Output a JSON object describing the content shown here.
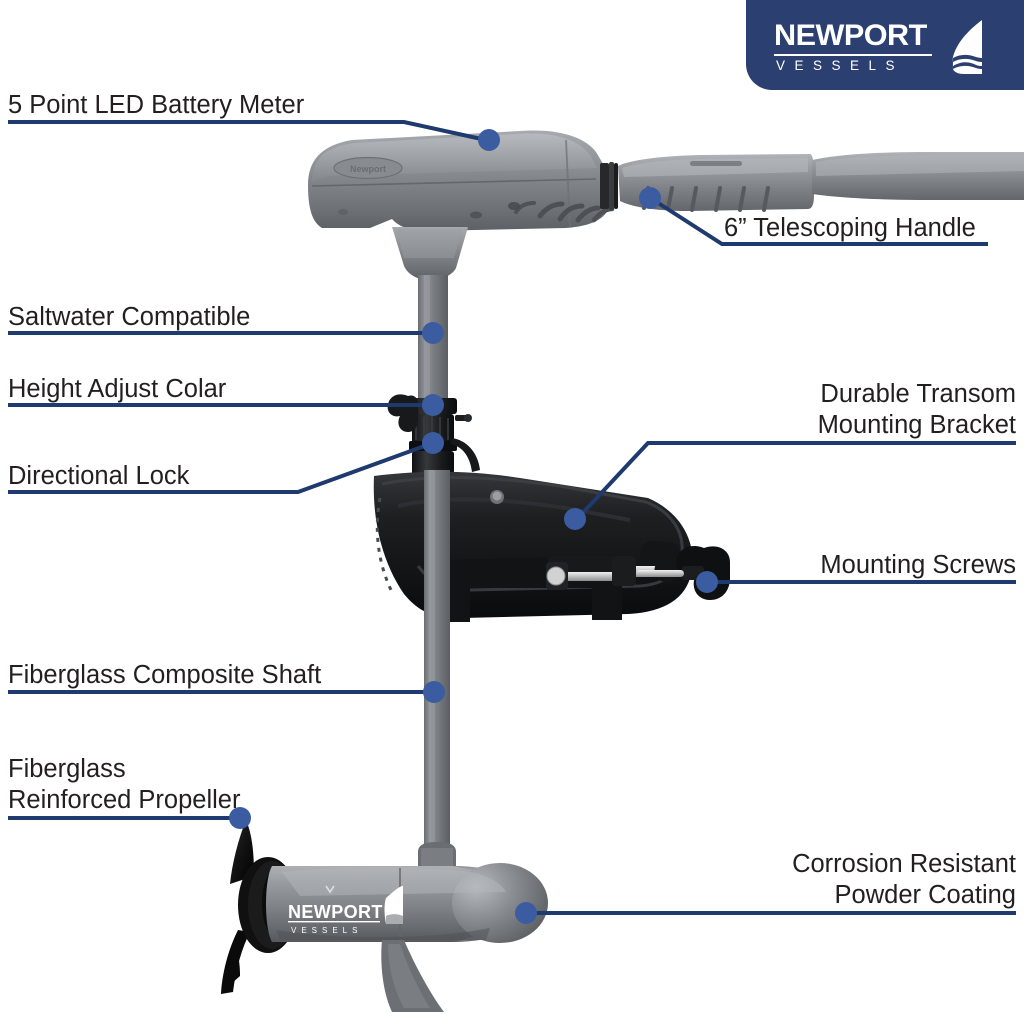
{
  "brand": {
    "name": "NEWPORT",
    "sub": "VESSELS",
    "badge_color": "#2b3f70",
    "sail_icon": "sailboat-icon"
  },
  "theme": {
    "line_color": "#1f3a6e",
    "dot_color": "#3b5ca0",
    "text_color": "#231f20",
    "background": "#ffffff",
    "motor_grey": "#7c7f83",
    "motor_dark": "#141414"
  },
  "product": {
    "pod_logo_name": "NEWPORT",
    "pod_logo_sub": "VESSELS",
    "head_badge": "Newport"
  },
  "callouts": [
    {
      "id": "battery-meter",
      "label": "5 Point LED Battery Meter",
      "align": "left"
    },
    {
      "id": "telescoping-handle",
      "label": "6” Telescoping Handle",
      "align": "left"
    },
    {
      "id": "saltwater",
      "label": "Saltwater Compatible",
      "align": "left"
    },
    {
      "id": "height-collar",
      "label": "Height Adjust Colar",
      "align": "left"
    },
    {
      "id": "directional-lock",
      "label": "Directional Lock",
      "align": "left"
    },
    {
      "id": "transom-bracket",
      "label": "Durable Transom\nMounting Bracket",
      "align": "right"
    },
    {
      "id": "mounting-screws",
      "label": "Mounting Screws",
      "align": "right"
    },
    {
      "id": "composite-shaft",
      "label": "Fiberglass Composite Shaft",
      "align": "left"
    },
    {
      "id": "propeller",
      "label": "Fiberglass\nReinforced Propeller",
      "align": "left"
    },
    {
      "id": "powder-coating",
      "label": "Corrosion Resistant\nPowder Coating",
      "align": "right"
    }
  ]
}
